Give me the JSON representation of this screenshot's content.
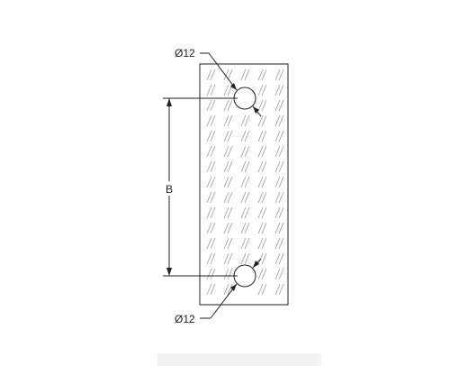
{
  "drawing": {
    "dimension_label": "B",
    "hole_top_label": "Ø12",
    "hole_bottom_label": "Ø12"
  },
  "colors": {
    "stroke": "#222222",
    "hatch": "#9a9a9a",
    "background": "#ffffff"
  }
}
